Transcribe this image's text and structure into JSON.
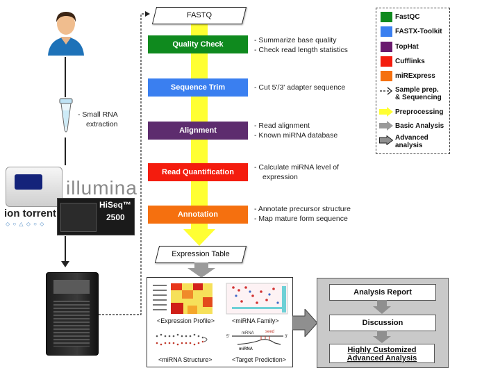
{
  "left_column": {
    "extraction_note": [
      "Small RNA",
      "extraction"
    ],
    "iontorrent_label": "ion torrent",
    "illumina_label": "illumina",
    "hiseq_label": "HiSeq™",
    "hiseq_model": "2500"
  },
  "pipeline": {
    "input_label": "FASTQ",
    "output_label": "Expression Table",
    "steps": [
      {
        "label": "Quality Check",
        "color": "#0f8a1e",
        "notes": [
          "Summarize base quality",
          "Check read length statistics"
        ]
      },
      {
        "label": "Sequence Trim",
        "color": "#3a7ff0",
        "notes": [
          "Cut 5'/3' adapter sequence"
        ]
      },
      {
        "label": "Alignment",
        "color": "#5d2c6e",
        "notes": [
          "Read alignment",
          "Known miRNA database"
        ]
      },
      {
        "label": "Read Quantification",
        "color": "#f41c0e",
        "notes": [
          "Calculate miRNA level of",
          "expression"
        ]
      },
      {
        "label": "Annotation",
        "color": "#f5700f",
        "notes": [
          "Annotate precursor structure",
          "Map mature form sequence"
        ]
      }
    ]
  },
  "legend": {
    "tools": [
      {
        "label": "FastQC",
        "color": "#0f8a1e"
      },
      {
        "label": "FASTX-Toolkit",
        "color": "#3a7ff0"
      },
      {
        "label": "TopHat",
        "color": "#6a1a6e"
      },
      {
        "label": "Cufflinks",
        "color": "#f41c0e"
      },
      {
        "label": "miRExpress",
        "color": "#f5700f"
      }
    ],
    "arrows": [
      {
        "label": "Sample prep. & Sequencing",
        "lines": [
          "Sample prep.",
          "& Sequencing"
        ]
      },
      {
        "label": "Preprocessing",
        "lines": [
          "Preprocessing"
        ]
      },
      {
        "label": "Basic Analysis",
        "lines": [
          "Basic Analysis"
        ]
      },
      {
        "label": "Advanced analysis",
        "lines": [
          "Advanced",
          "analysis"
        ]
      }
    ]
  },
  "results": {
    "captions": [
      "<Expression Profile>",
      "<miRNA Family>",
      "<miRNA Structure>",
      "<Target Prediction>"
    ],
    "target_prediction_labels": {
      "seed": "seed",
      "mirna": "mRNA",
      "mirna2": "miRNA",
      "five": "5'",
      "three": "3'"
    }
  },
  "advanced": {
    "boxes": [
      {
        "label": "Analysis Report",
        "lines": [
          "Analysis Report"
        ]
      },
      {
        "label": "Discussion",
        "lines": [
          "Discussion"
        ]
      },
      {
        "label": "Highly Customized Advanced Analysis",
        "lines": [
          "Highly Customized",
          "Advanced Analysis"
        ]
      }
    ]
  },
  "colors": {
    "preprocessing_arrow": "#ffff33",
    "basic_arrow": "#9b9b9b",
    "advanced_panel": "#c9c9c9"
  }
}
